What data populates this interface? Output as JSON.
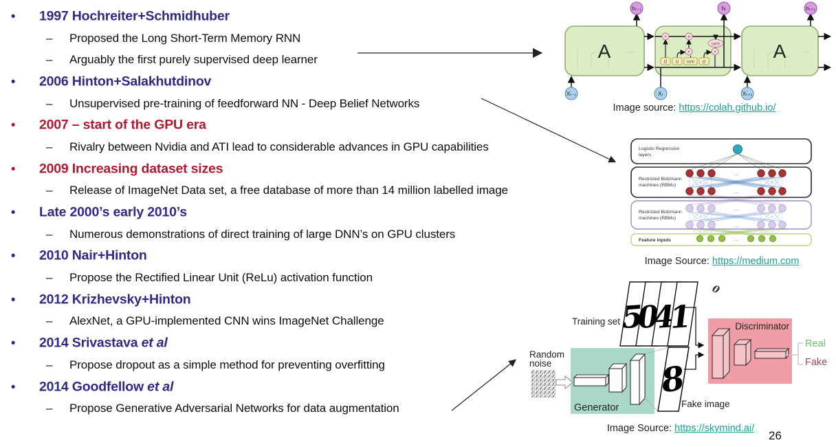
{
  "page_number": "26",
  "markers": {
    "bullet": "•",
    "dash": "–"
  },
  "colors": {
    "heading_blue": "#2e2a86",
    "heading_red": "#b01a31",
    "link_teal": "#1aa18f",
    "generator_fill": "#a9d8c9",
    "discriminator_fill": "#f09da7",
    "real_green": "#6abf69",
    "fake_maroon": "#9e4752"
  },
  "timeline": {
    "items": [
      {
        "type": "heading",
        "color": "blue",
        "text": "1997 Hochreiter+Schmidhuber"
      },
      {
        "type": "sub",
        "text": "Proposed the Long Short-Term Memory RNN"
      },
      {
        "type": "sub",
        "text": "Arguably the first purely supervised deep learner"
      },
      {
        "type": "heading",
        "color": "blue",
        "text": "2006 Hinton+Salakhutdinov"
      },
      {
        "type": "sub",
        "text": "Unsupervised pre-training of feedforward NN - Deep Belief Networks"
      },
      {
        "type": "heading",
        "color": "red",
        "text": "2007 – start of the GPU era"
      },
      {
        "type": "sub",
        "text": "Rivalry between Nvidia and ATI lead to considerable advances in GPU capabilities"
      },
      {
        "type": "heading",
        "color": "red",
        "text": "2009 Increasing dataset sizes"
      },
      {
        "type": "sub",
        "text": "Release of ImageNet Data set, a free database of more than 14 million labelled image"
      },
      {
        "type": "heading",
        "color": "blue",
        "text": "Late 2000’s early 2010’s"
      },
      {
        "type": "sub",
        "text": "Numerous demonstrations of direct training of large DNN’s on GPU clusters"
      },
      {
        "type": "heading",
        "color": "blue",
        "text": "2010 Nair+Hinton"
      },
      {
        "type": "sub",
        "text": "Propose the Rectified Linear Unit (ReLu) activation function"
      },
      {
        "type": "heading",
        "color": "blue",
        "text": "2012 Krizhevsky+Hinton"
      },
      {
        "type": "sub",
        "text": "AlexNet, a GPU-implemented CNN wins ImageNet Challenge"
      },
      {
        "type": "heading",
        "color": "blue",
        "text": "2014 Srivastava ",
        "italic": "et al"
      },
      {
        "type": "sub",
        "text": "Propose dropout as a simple method for preventing overfitting"
      },
      {
        "type": "heading",
        "color": "blue",
        "text": "2014 Goodfellow ",
        "italic": "et al"
      },
      {
        "type": "sub",
        "text": "Propose Generative Adversarial Networks for data augmentation"
      }
    ]
  },
  "lstm": {
    "cell_label": "A",
    "h_labels": [
      "hₜ₋₁",
      "hₜ",
      "hₜ₊₁"
    ],
    "x_labels": [
      "Xₜ₋₁",
      "Xₜ",
      "Xₜ₊₁"
    ],
    "gates": [
      "σ",
      "σ",
      "tanh",
      "σ"
    ],
    "ops": {
      "mul1": "×",
      "add": "+",
      "mul2": "×",
      "tanh": "tanh",
      "mul3": "×"
    },
    "caption": {
      "prefix": "Image source: ",
      "link": "https://colah.github.io/"
    }
  },
  "dbn": {
    "rows": [
      {
        "line1": "Logistic Regression",
        "line2": "layers"
      },
      {
        "line1": "Restricted Bolzmann",
        "line2": "machines (RBMs)"
      },
      {
        "line1": "Restricted Bolzmann",
        "line2": "machines (RBMs)"
      },
      {
        "line1": "Feature inputs",
        "line2": ""
      }
    ],
    "ellipsis": "...",
    "caption": {
      "prefix": "Image Source: ",
      "link": "https://medium.com"
    }
  },
  "gan": {
    "training_set_label": "Training set",
    "noise_line1": "Random",
    "noise_line2": "noise",
    "generator_label": "Generator",
    "fake_image_label": "Fake image",
    "discriminator_label": "Discriminator",
    "real_label": "Real",
    "fake_label": "Fake",
    "digits": [
      "5",
      "0",
      "4",
      "1"
    ],
    "fake_digit": "8",
    "floating_digit": "0",
    "caption": {
      "prefix": "Image Source: ",
      "link": "https://skymind.ai/"
    }
  }
}
